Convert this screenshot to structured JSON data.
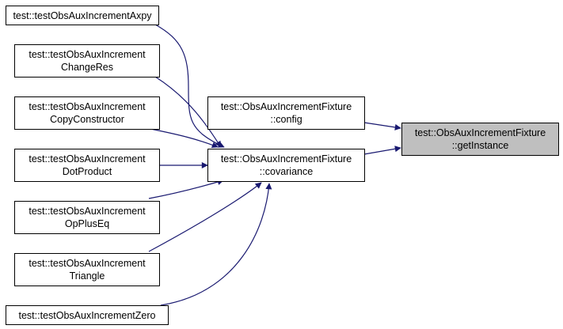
{
  "graph": {
    "nodes": {
      "axpy": {
        "lines": [
          "test::testObsAuxIncrementAxpy"
        ]
      },
      "changeres": {
        "lines": [
          "test::testObsAuxIncrement",
          "ChangeRes"
        ]
      },
      "copyctor": {
        "lines": [
          "test::testObsAuxIncrement",
          "CopyConstructor"
        ]
      },
      "dotproduct": {
        "lines": [
          "test::testObsAuxIncrement",
          "DotProduct"
        ]
      },
      "opplus": {
        "lines": [
          "test::testObsAuxIncrement",
          "OpPlusEq"
        ]
      },
      "triangle": {
        "lines": [
          "test::testObsAuxIncrement",
          "Triangle"
        ]
      },
      "zero": {
        "lines": [
          "test::testObsAuxIncrementZero"
        ]
      },
      "config": {
        "lines": [
          "test::ObsAuxIncrementFixture",
          "::config"
        ]
      },
      "covariance": {
        "lines": [
          "test::ObsAuxIncrementFixture",
          "::covariance"
        ]
      },
      "getinstance": {
        "lines": [
          "test::ObsAuxIncrementFixture",
          "::getInstance"
        ],
        "highlighted": true
      }
    },
    "edges": [
      {
        "from": "axpy",
        "to": "covariance"
      },
      {
        "from": "changeres",
        "to": "covariance"
      },
      {
        "from": "copyctor",
        "to": "covariance"
      },
      {
        "from": "dotproduct",
        "to": "covariance"
      },
      {
        "from": "opplus",
        "to": "covariance"
      },
      {
        "from": "triangle",
        "to": "covariance"
      },
      {
        "from": "zero",
        "to": "covariance"
      },
      {
        "from": "config",
        "to": "getinstance"
      },
      {
        "from": "covariance",
        "to": "getinstance"
      }
    ]
  },
  "colors": {
    "edge": "#191970",
    "node_border": "#000000",
    "node_fill": "#ffffff",
    "highlight_fill": "#bfbfbf"
  }
}
